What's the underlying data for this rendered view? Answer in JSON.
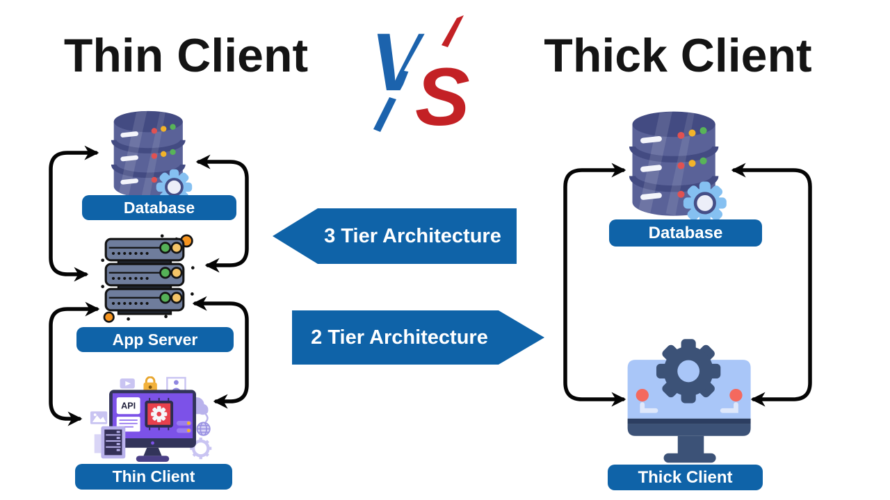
{
  "title": {
    "left": "Thin Client",
    "vs_v": "V",
    "vs_s": "S",
    "right": "Thick Client"
  },
  "left_diagram": {
    "database_label": "Database",
    "app_server_label": "App Server",
    "thin_client_label": "Thin Client"
  },
  "banners": {
    "three_tier": "3 Tier Architecture",
    "two_tier": "2 Tier Architecture"
  },
  "right_diagram": {
    "database_label": "Database",
    "thick_client_label": "Thick Client"
  },
  "icons": {
    "thin_client_api_text": "API"
  },
  "colors": {
    "label_bg": "#0f63a8",
    "banner_bg": "#0f63a8",
    "arrow": "#050505",
    "title_text": "#141414",
    "vs_blue": "#1c63ad",
    "vs_red": "#c32125",
    "db_body": "#5a6298",
    "db_dark": "#434b82",
    "db_gear": "#85c0f1",
    "server_body": "#6f7d9c",
    "server_light_green": "#55b157",
    "server_light_yellow": "#f4c468",
    "decor_orange": "#f5941f",
    "thin_screen_purple": "#7c52e8",
    "thin_chip_red": "#e8404d",
    "thick_screen_blue": "#a9c6f8",
    "thick_navy": "#3c5277",
    "thick_dot_red": "#f4695e"
  }
}
